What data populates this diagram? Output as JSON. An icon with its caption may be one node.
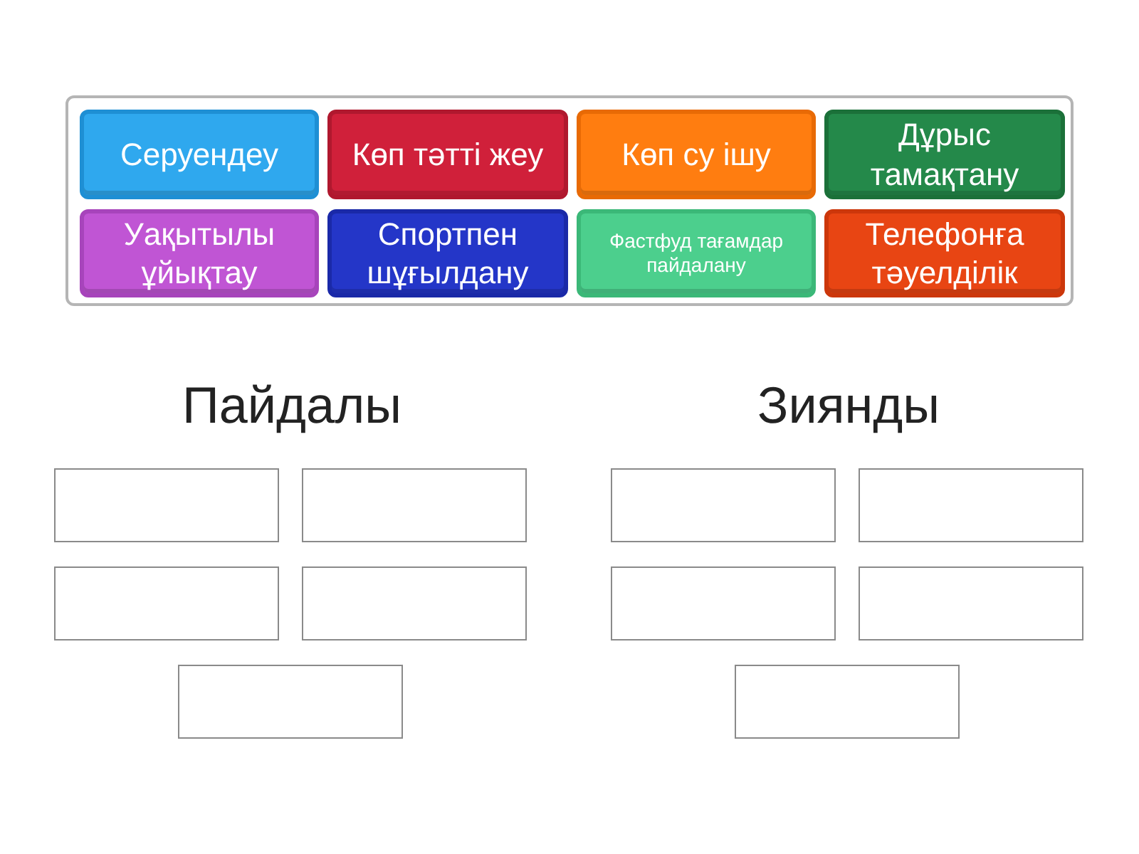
{
  "diagram": {
    "nodes": [
      {
        "text": [],
        "shape": "box"
      },
      {
        "text": [
          "Серуендеу"
        ],
        "in": 0
      },
      {
        "text": [
          "Көп тәтті жеу"
        ],
        "in": 0
      },
      {
        "text": [
          "Көп су ішу"
        ],
        "in": 0
      },
      {
        "text": [
          "Дұрыс тамақтану"
        ],
        "in": 0
      },
      {
        "text": [
          "Уақытылы ұйықтау"
        ],
        "in": 0
      },
      {
        "text": [
          "Спортпен шұғылдану"
        ],
        "in": 0
      },
      {
        "text": [
          "Фастфуд тағамдар пайдалану"
        ],
        "in": 0
      },
      {
        "text": [
          "Телефонға тәуелділік"
        ],
        "in": 0
      },
      {
        "text": [],
        "shape": "box"
      },
      {
        "text": [],
        "shape": "box"
      },
      {
        "text": [],
        "shape": "box"
      },
      {
        "text": [],
        "shape": "box"
      },
      {
        "text": [],
        "shape": "box"
      },
      {
        "text": [],
        "shape": "box"
      },
      {
        "text": [],
        "shape": "box"
      },
      {
        "text": [],
        "shape": "box"
      },
      {
        "text": [],
        "shape": "box"
      },
      {
        "text": [],
        "shape": "box"
      }
    ],
    "labels": [
      "Пайдалы",
      "Зиянды"
    ]
  }
}
